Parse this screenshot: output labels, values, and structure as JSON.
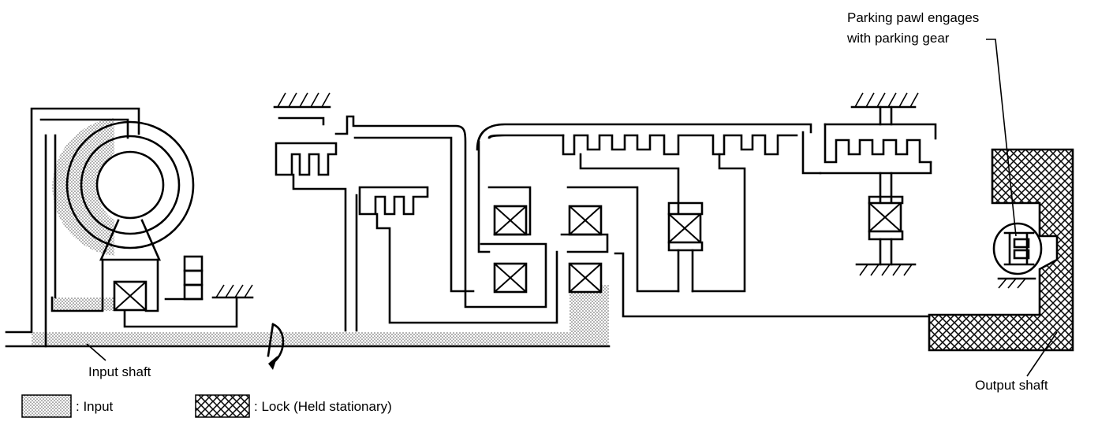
{
  "labels": {
    "parking_line1": "Parking pawl engages",
    "parking_line2": "with parking gear",
    "input_shaft": "Input shaft",
    "output_shaft": "Output shaft"
  },
  "legend": {
    "input": ": Input",
    "lock": ": Lock (Held stationary)"
  }
}
